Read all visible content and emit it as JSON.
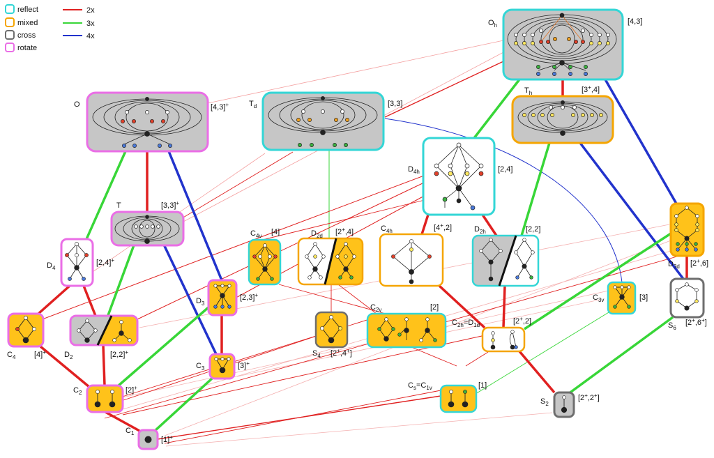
{
  "colors": {
    "reflect": "#33d6d6",
    "mixed": "#f5a500",
    "cross": "#6e6e6e",
    "rotate": "#ea6ee6",
    "line_2x": "#e02020",
    "line_3x": "#38d638",
    "line_4x": "#2233cc",
    "fill_gray": "#c6c6c6",
    "fill_yellow": "#ffc21a",
    "node_red": "#e0402a",
    "node_green": "#3cb040",
    "node_blue": "#4a78d8",
    "node_yellow": "#ffe860",
    "node_orange": "#f0a020"
  },
  "legend": {
    "box_items": [
      {
        "label": "reflect",
        "color_key": "reflect"
      },
      {
        "label": "mixed",
        "color_key": "mixed"
      },
      {
        "label": "cross",
        "color_key": "cross"
      },
      {
        "label": "rotate",
        "color_key": "rotate"
      }
    ],
    "line_items": [
      {
        "label": "2x",
        "color_key": "line_2x"
      },
      {
        "label": "3x",
        "color_key": "line_3x"
      },
      {
        "label": "4x",
        "color_key": "line_4x"
      }
    ]
  },
  "groups": [
    {
      "id": "Oh",
      "name": "O",
      "sub": "h",
      "bracket": "[4,3]",
      "border": "reflect",
      "fill": "gray"
    },
    {
      "id": "O",
      "name": "O",
      "sub": "",
      "bracket": "[4,3]",
      "bracket_sup": "+",
      "border": "rotate",
      "fill": "gray"
    },
    {
      "id": "Td",
      "name": "T",
      "sub": "d",
      "bracket": "[3,3]",
      "border": "reflect",
      "fill": "gray"
    },
    {
      "id": "Th",
      "name": "T",
      "sub": "h",
      "bracket": "[3",
      "bracket_sup": "+",
      "bracket_tail": ",4]",
      "border": "mixed",
      "fill": "gray"
    },
    {
      "id": "D4h",
      "name": "D",
      "sub": "4h",
      "bracket": "[2,4]",
      "border": "reflect",
      "fill": "white"
    },
    {
      "id": "T",
      "name": "T",
      "sub": "",
      "bracket": "[3,3]",
      "bracket_sup": "+",
      "border": "rotate",
      "fill": "gray"
    },
    {
      "id": "D3d",
      "name": "D",
      "sub": "3d",
      "bracket": "[2",
      "bracket_sup": "+",
      "bracket_tail": ",6]",
      "border": "mixed",
      "fill": "yellow"
    },
    {
      "id": "D4",
      "name": "D",
      "sub": "4",
      "bracket": "[2,4]",
      "bracket_sup": "+",
      "border": "rotate",
      "fill": "white"
    },
    {
      "id": "C4v",
      "name": "C",
      "sub": "4v",
      "bracket": "[4]",
      "border": "reflect",
      "fill": "yellow"
    },
    {
      "id": "D2d",
      "name": "D",
      "sub": "2d",
      "bracket": "[2",
      "bracket_sup": "+",
      "bracket_tail": ",4]",
      "border": "mixed",
      "fill": "split"
    },
    {
      "id": "C4h",
      "name": "C",
      "sub": "4h",
      "bracket": "[4",
      "bracket_sup": "+",
      "bracket_tail": ",2]",
      "border": "mixed",
      "fill": "white"
    },
    {
      "id": "D2h",
      "name": "D",
      "sub": "2h",
      "bracket": "[2,2]",
      "border": "reflect",
      "fill": "split"
    },
    {
      "id": "S6",
      "name": "S",
      "sub": "6",
      "bracket": "[2",
      "bracket_sup": "+",
      "bracket_tail": ",6",
      "bracket_sup2": "+",
      "bracket_end": "]",
      "border": "cross",
      "fill": "white"
    },
    {
      "id": "C3v",
      "name": "C",
      "sub": "3v",
      "bracket": "[3]",
      "border": "reflect",
      "fill": "yellow"
    },
    {
      "id": "D3",
      "name": "D",
      "sub": "3",
      "bracket": "[2,3]",
      "bracket_sup": "+",
      "border": "rotate",
      "fill": "yellow"
    },
    {
      "id": "C4",
      "name": "C",
      "sub": "4",
      "bracket": "[4]",
      "bracket_sup": "+",
      "border": "rotate",
      "fill": "yellow"
    },
    {
      "id": "D2",
      "name": "D",
      "sub": "2",
      "bracket": "[2,2]",
      "bracket_sup": "+",
      "border": "rotate",
      "fill": "split"
    },
    {
      "id": "S4",
      "name": "S",
      "sub": "4",
      "bracket": "[2",
      "bracket_sup": "+",
      "bracket_tail": ",4",
      "bracket_sup2": "+",
      "bracket_end": "]",
      "border": "cross",
      "fill": "yellow"
    },
    {
      "id": "C2v",
      "name": "C",
      "sub": "2v",
      "bracket": "[2]",
      "border": "reflect",
      "fill": "yellow"
    },
    {
      "id": "C2hD1d",
      "name": "C",
      "sub": "2h",
      "name2": "=D",
      "sub2": "1d",
      "bracket": "[2",
      "bracket_sup": "+",
      "bracket_tail": ",2]",
      "border": "mixed",
      "fill": "white"
    },
    {
      "id": "C3",
      "name": "C",
      "sub": "3",
      "bracket": "[3]",
      "bracket_sup": "+",
      "border": "rotate",
      "fill": "yellow"
    },
    {
      "id": "C2",
      "name": "C",
      "sub": "2",
      "bracket": "[2]",
      "bracket_sup": "+",
      "border": "rotate",
      "fill": "yellow"
    },
    {
      "id": "CsC1v",
      "name": "C",
      "sub": "s",
      "name2": "=C",
      "sub2": "1v",
      "bracket": "[1]",
      "border": "reflect",
      "fill": "yellow"
    },
    {
      "id": "S2",
      "name": "S",
      "sub": "2",
      "bracket": "[2",
      "bracket_sup": "+",
      "bracket_tail": ",2",
      "bracket_sup2": "+",
      "bracket_end": "]",
      "border": "cross",
      "fill": "gray"
    },
    {
      "id": "C1",
      "name": "C",
      "sub": "1",
      "bracket": "[1]",
      "bracket_sup": "+",
      "border": "rotate",
      "fill": "gray"
    }
  ],
  "edges": [
    {
      "from": "Oh",
      "to": "Th",
      "kind": "2x"
    },
    {
      "from": "Oh",
      "to": "Td",
      "kind": "2x"
    },
    {
      "from": "Oh",
      "to": "D3d",
      "kind": "4x"
    },
    {
      "from": "Oh",
      "to": "D4h",
      "kind": "3x"
    },
    {
      "from": "O",
      "to": "T",
      "kind": "2x"
    },
    {
      "from": "O",
      "to": "D4",
      "kind": "3x"
    },
    {
      "from": "O",
      "to": "D3",
      "kind": "4x"
    },
    {
      "from": "Th",
      "to": "D2h",
      "kind": "3x"
    },
    {
      "from": "Th",
      "to": "S6",
      "kind": "4x"
    },
    {
      "from": "Td",
      "to": "D2d",
      "kind": "3x"
    },
    {
      "from": "Td",
      "to": "C3v",
      "kind": "4x"
    },
    {
      "from": "D4h",
      "to": "C4h",
      "kind": "2x"
    },
    {
      "from": "D4h",
      "to": "D2h",
      "kind": "2x"
    },
    {
      "from": "D3d",
      "to": "S6",
      "kind": "2x"
    },
    {
      "from": "D3d",
      "to": "C2hD1d",
      "kind": "3x"
    },
    {
      "from": "T",
      "to": "D2",
      "kind": "3x"
    },
    {
      "from": "T",
      "to": "C3",
      "kind": "4x"
    },
    {
      "from": "D4",
      "to": "C4",
      "kind": "2x"
    },
    {
      "from": "D4",
      "to": "D2",
      "kind": "2x"
    },
    {
      "from": "D3",
      "to": "C3",
      "kind": "2x"
    },
    {
      "from": "D3",
      "to": "C2",
      "kind": "3x"
    },
    {
      "from": "C4",
      "to": "C2",
      "kind": "2x"
    },
    {
      "from": "D2",
      "to": "C2",
      "kind": "2x"
    },
    {
      "from": "C3",
      "to": "C1",
      "kind": "3x"
    },
    {
      "from": "C2",
      "to": "C1",
      "kind": "2x"
    },
    {
      "from": "C4h",
      "to": "C2hD1d",
      "kind": "2x"
    },
    {
      "from": "D2h",
      "to": "C2hD1d",
      "kind": "2x"
    },
    {
      "from": "C2hD1d",
      "to": "S2",
      "kind": "2x"
    },
    {
      "from": "S6",
      "to": "S2",
      "kind": "3x"
    },
    {
      "from": "CsC1v",
      "to": "C1",
      "kind": "2x"
    },
    {
      "from": "C3v",
      "to": "CsC1v",
      "kind": "3x"
    },
    {
      "from": "C2v",
      "to": "CsC1v",
      "kind": "2x"
    },
    {
      "from": "C2hD1d",
      "to": "CsC1v",
      "kind": "2x"
    }
  ]
}
